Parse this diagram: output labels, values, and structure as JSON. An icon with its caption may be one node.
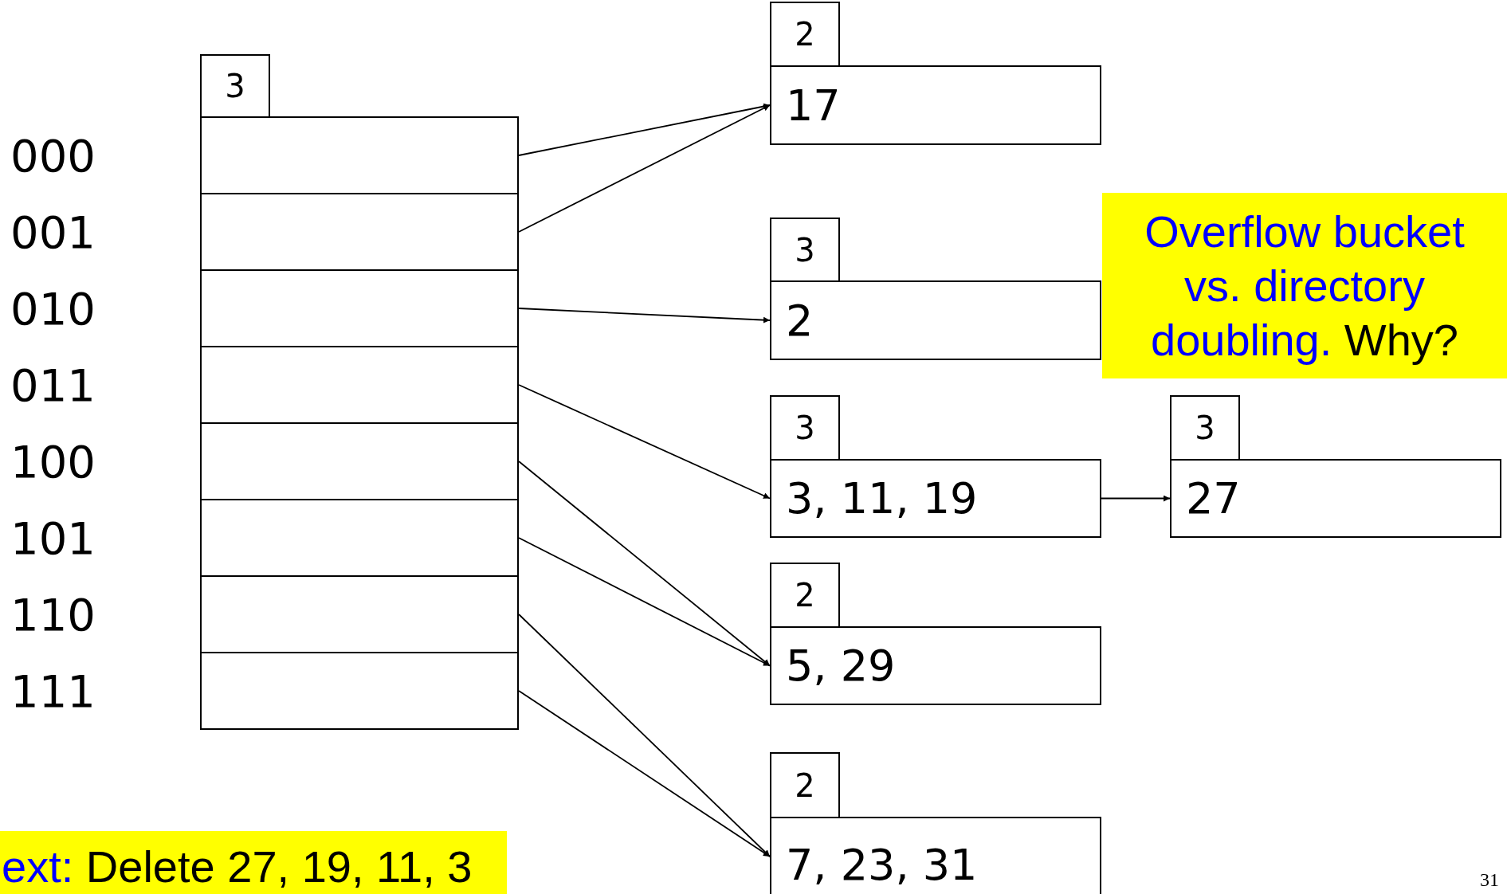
{
  "diagram": {
    "nodes": [
      {
        "text": [
          "3"
        ]
      },
      {
        "text": [],
        "shape": "box",
        "beside": [
          "000"
        ]
      },
      {
        "text": [],
        "shape": "box",
        "beside": [
          "001"
        ]
      },
      {
        "text": [],
        "shape": "box",
        "beside": [
          "010"
        ]
      },
      {
        "text": [],
        "shape": "box",
        "beside": [
          "011"
        ]
      },
      {
        "text": [],
        "shape": "box",
        "beside": [
          "100"
        ]
      },
      {
        "text": [],
        "shape": "box",
        "beside": [
          "101"
        ]
      },
      {
        "text": [],
        "shape": "box",
        "beside": [
          "110"
        ]
      },
      {
        "text": [],
        "shape": "box",
        "beside": [
          "111"
        ]
      },
      {
        "text": [
          "2"
        ]
      },
      {
        "text": [
          "17"
        ]
      },
      {
        "text": [
          "3"
        ]
      },
      {
        "text": [
          "2"
        ]
      },
      {
        "text": [
          "Overflow bucket vs. directory doubling.",
          "Why?"
        ]
      },
      {
        "text": [
          "3"
        ]
      },
      {
        "text": [
          "3, 11, 19"
        ]
      },
      {
        "text": [
          "3"
        ]
      },
      {
        "text": [
          "27"
        ]
      },
      {
        "text": [
          "2"
        ]
      },
      {
        "text": [
          "5, 29"
        ]
      },
      {
        "text": [
          "2"
        ]
      },
      {
        "text": [
          "7, 23, 31"
        ]
      },
      {
        "text": [
          "ext:",
          "Delete 27, 19, 11, 3"
        ]
      }
    ],
    "edges": [
      {
        "from": 1,
        "to": 10,
        "arrow": "to"
      },
      {
        "from": 2,
        "to": 10,
        "arrow": "to"
      },
      {
        "from": 3,
        "to": 12,
        "arrow": "to"
      },
      {
        "from": 4,
        "to": 15,
        "arrow": "to"
      },
      {
        "from": 5,
        "to": 19,
        "arrow": "to"
      },
      {
        "from": 6,
        "to": 19,
        "arrow": "to"
      },
      {
        "from": 7,
        "to": 21,
        "arrow": "to"
      },
      {
        "from": 8,
        "to": 21,
        "arrow": "to"
      },
      {
        "from": 15,
        "to": 17,
        "arrow": "to"
      }
    ],
    "labels": [
      "31"
    ]
  }
}
